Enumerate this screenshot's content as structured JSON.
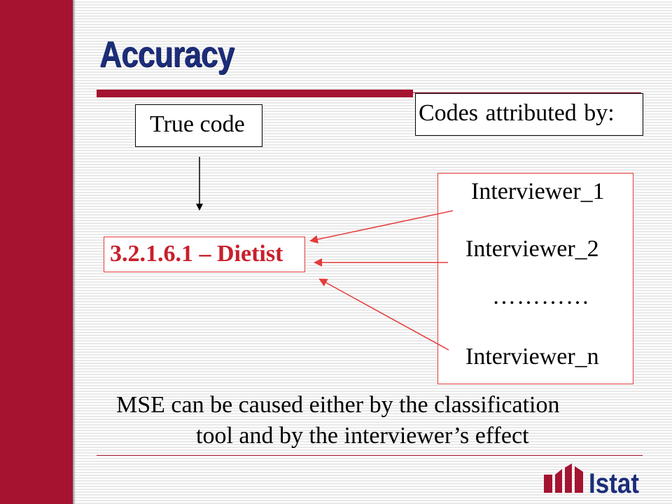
{
  "slide": {
    "title": "Accuracy"
  },
  "diagram": {
    "true_code_label": "True code",
    "codes_attributed_label": "Codes attributed  by:",
    "target_code": "3.2.1.6.1 – Dietist",
    "interviewers": [
      "Interviewer_1",
      "Interviewer_2",
      "…………",
      "Interviewer_n"
    ]
  },
  "caption": {
    "line1": "MSE can be  caused either by the classification",
    "line2": "tool and by the interviewer’s  effect"
  },
  "logo": {
    "text": "Istat"
  },
  "colors": {
    "brand_red": "#a51331",
    "title_blue": "#1c2d79",
    "code_red": "#c8202c",
    "arrow_red": "#e53b3b"
  }
}
